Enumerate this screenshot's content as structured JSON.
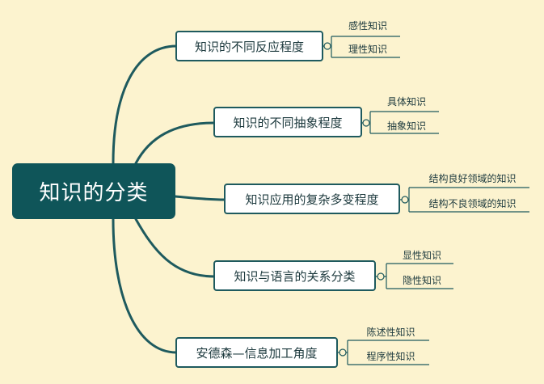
{
  "root": {
    "label": "知识的分类"
  },
  "branches": [
    {
      "label": "知识的不同反应程度",
      "leaves": [
        "感性知识",
        "理性知识"
      ]
    },
    {
      "label": "知识的不同抽象程度",
      "leaves": [
        "具体知识",
        "抽象知识"
      ]
    },
    {
      "label": "知识应用的复杂多变程度",
      "leaves": [
        "结构良好领域的知识",
        "结构不良领域的知识"
      ]
    },
    {
      "label": "知识与语言的关系分类",
      "leaves": [
        "显性知识",
        "隐性知识"
      ]
    },
    {
      "label": "安德森—信息加工角度",
      "leaves": [
        "陈述性知识",
        "程序性知识"
      ]
    }
  ],
  "colors": {
    "background": "#fcf3cf",
    "root_fill": "#0f5559",
    "line": "#1e5a5e"
  }
}
